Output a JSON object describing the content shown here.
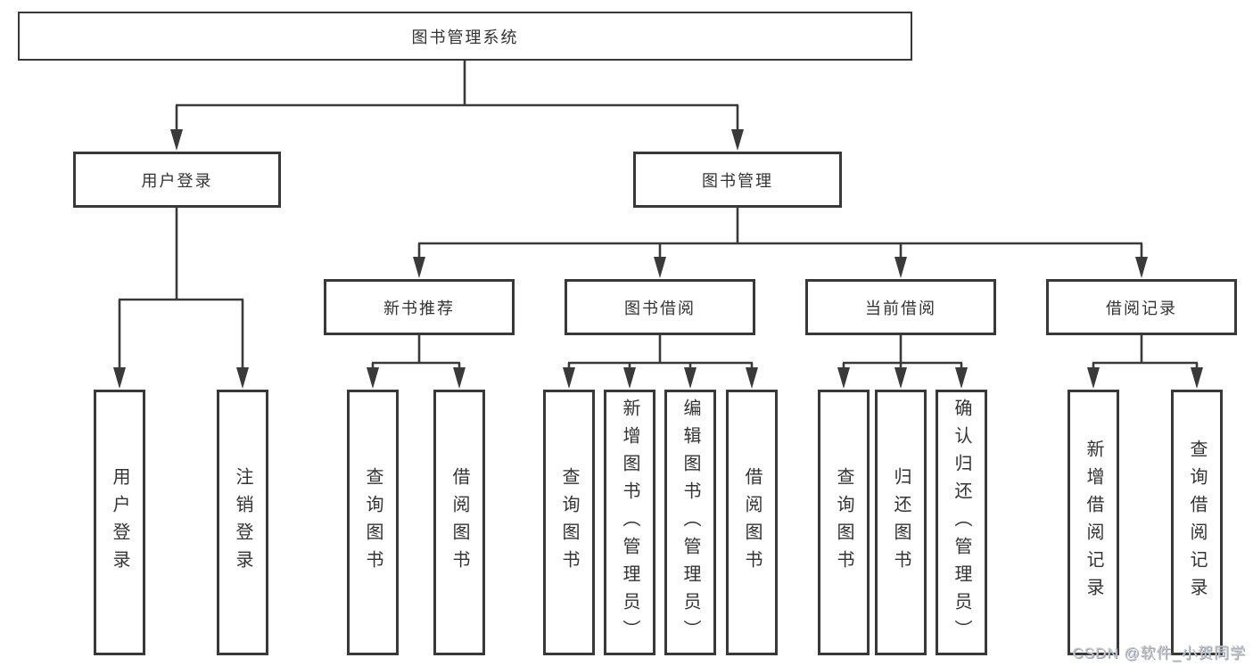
{
  "tree": {
    "root": "图书管理系统",
    "children": [
      {
        "label": "用户登录",
        "children": [
          {
            "label": "用户登录"
          },
          {
            "label": "注销登录"
          }
        ]
      },
      {
        "label": "图书管理",
        "children": [
          {
            "label": "新书推荐",
            "children": [
              {
                "label": "查询图书"
              },
              {
                "label": "借阅图书"
              }
            ]
          },
          {
            "label": "图书借阅",
            "children": [
              {
                "label": "查询图书"
              },
              {
                "label": "新增图书（管理员）"
              },
              {
                "label": "编辑图书（管理员）"
              },
              {
                "label": "借阅图书"
              }
            ]
          },
          {
            "label": "当前借阅",
            "children": [
              {
                "label": "查询图书"
              },
              {
                "label": "归还图书"
              },
              {
                "label": "确认归还（管理员）"
              }
            ]
          },
          {
            "label": "借阅记录",
            "children": [
              {
                "label": "新增借阅记录"
              },
              {
                "label": "查询借阅记录"
              }
            ]
          }
        ]
      }
    ]
  },
  "watermark": "CSDN @软件_小贺同学",
  "colors": {
    "line": "#3a3a3a",
    "box_border": "#383838",
    "text": "#333333",
    "watermark": "#c3c7ce",
    "background": "#ffffff"
  }
}
